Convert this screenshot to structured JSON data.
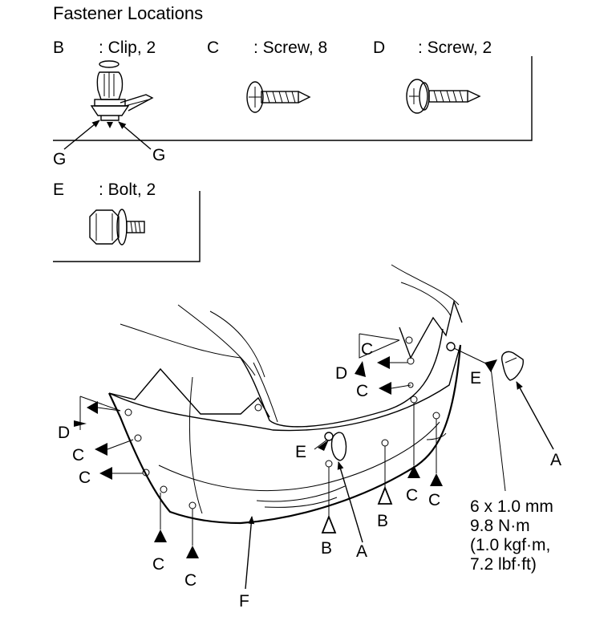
{
  "title": "Fastener Locations",
  "legend": {
    "b_letter": "B",
    "b_desc": ": Clip, 2",
    "c_letter": "C",
    "c_desc": ": Screw, 8",
    "d_letter": "D",
    "d_desc": ": Screw, 2",
    "e_letter": "E",
    "e_desc": ": Bolt, 2",
    "g_letter": "G"
  },
  "callouts": {
    "a": "A",
    "b": "B",
    "c": "C",
    "d": "D",
    "e": "E",
    "f": "F"
  },
  "torque_spec": {
    "size": "6 x 1.0 mm",
    "torque_nm": "9.8 N·m",
    "torque_kgf": "(1.0 kgf·m,",
    "torque_lbf": "7.2 lbf·ft)"
  }
}
